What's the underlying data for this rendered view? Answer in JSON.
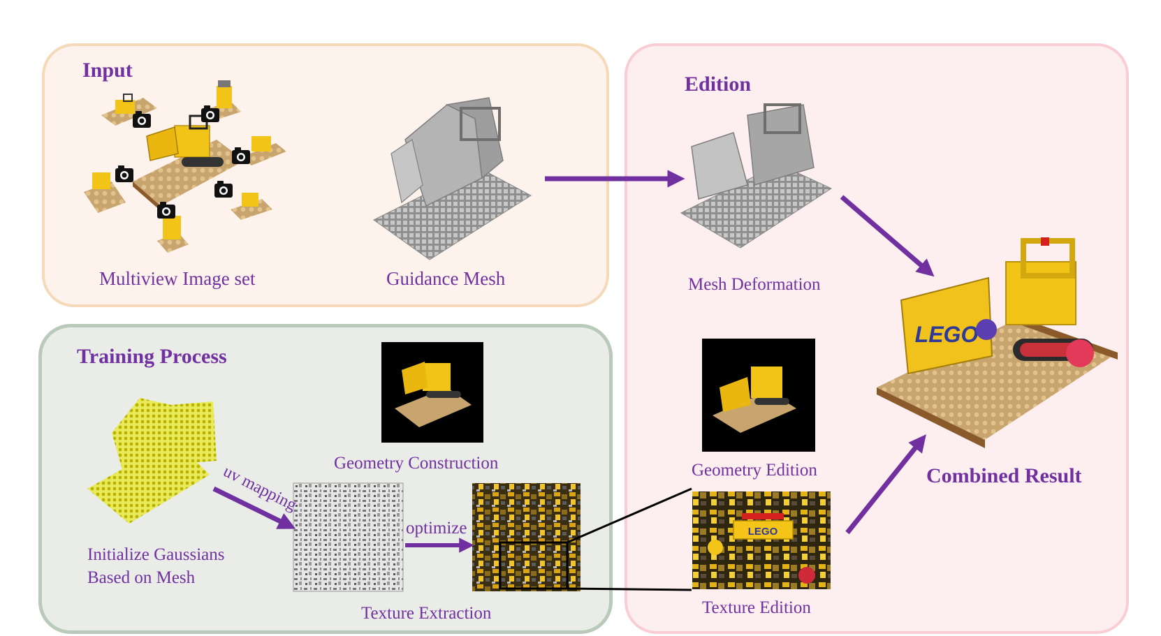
{
  "panels": {
    "input": {
      "title": "Input",
      "labels": {
        "multiview": "Multiview Image set",
        "guidance": "Guidance Mesh"
      }
    },
    "edition": {
      "title": "Edition",
      "labels": {
        "mesh_deformation": "Mesh Deformation",
        "geometry_edition": "Geometry Edition",
        "texture_edition": "Texture Edition"
      },
      "texture_logo_text": "LEGO"
    },
    "training": {
      "title": "Training Process",
      "labels": {
        "initialize": "Initialize Gaussians\nBased on Mesh",
        "geometry_construction": "Geometry Construction",
        "texture_extraction": "Texture Extraction"
      }
    }
  },
  "result": {
    "title": "Combined Result",
    "logo_text": "LEGO"
  },
  "arrows": {
    "uv_mapping": "uv mapping",
    "optimize": "optimize"
  },
  "colors": {
    "accent": "#7030a0",
    "input_panel": "#fdf3ec",
    "input_border": "#f5d9b8",
    "edition_panel": "#fdeef0",
    "edition_border": "#f9cdd4",
    "training_panel": "#e9ece7",
    "training_border": "#b9c9ba",
    "lego_yellow": "#f2c417",
    "mesh_gray": "#a8a8a8"
  }
}
